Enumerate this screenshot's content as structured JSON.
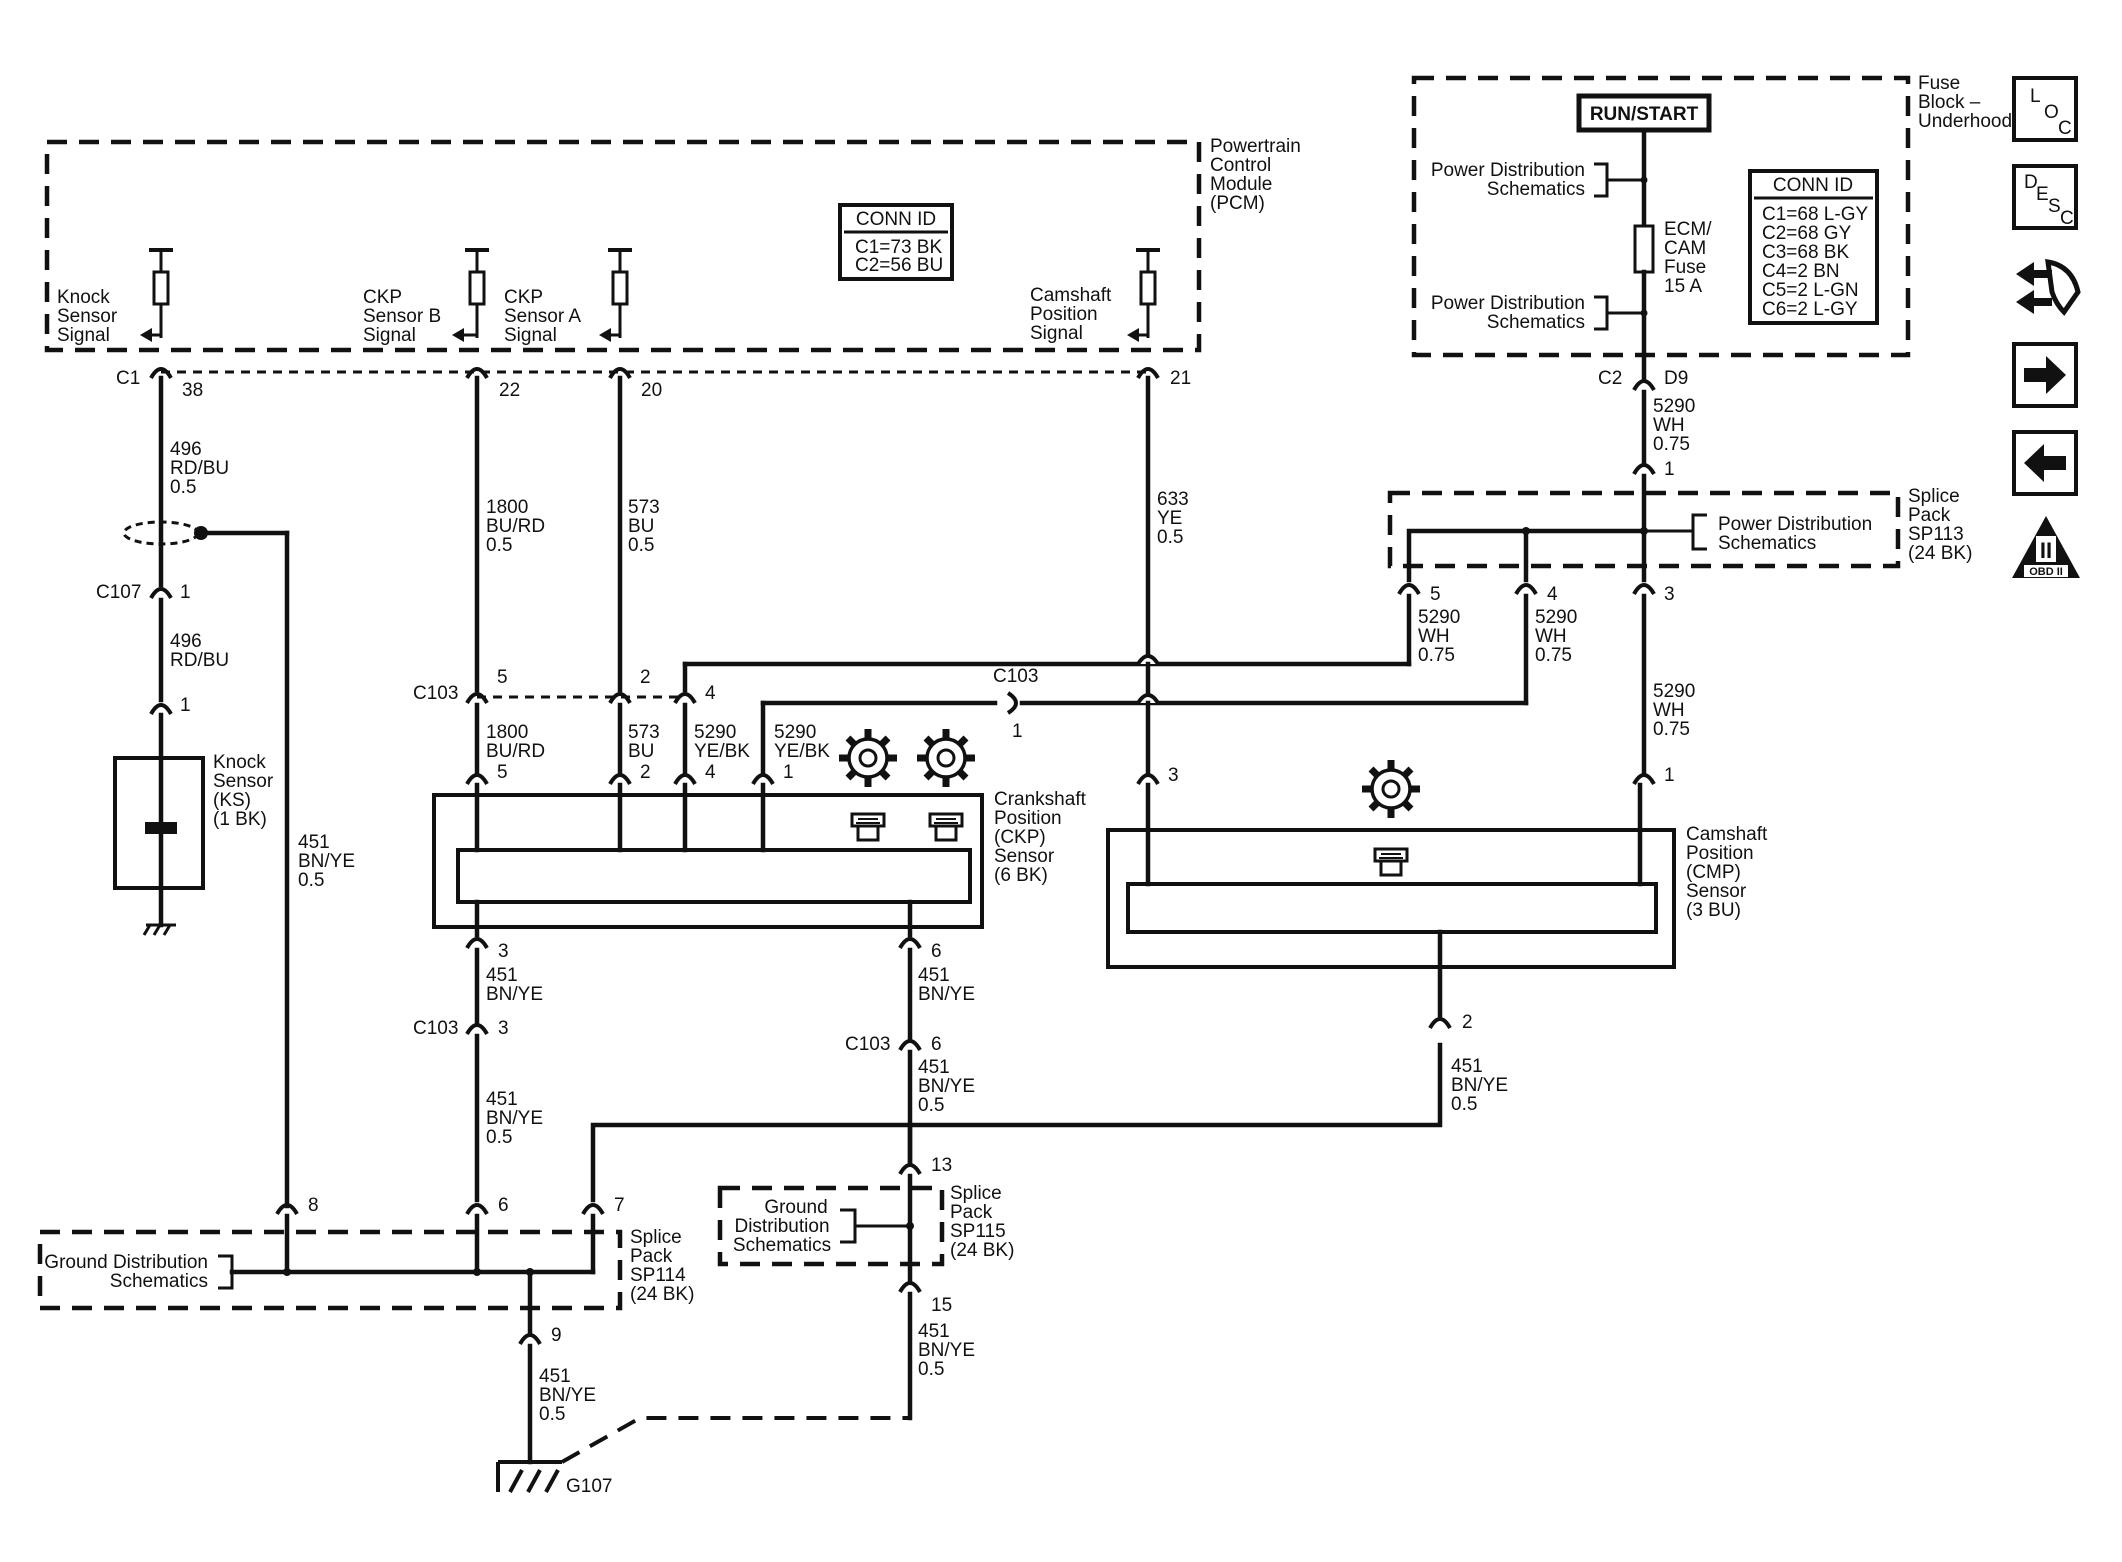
{
  "pcm": {
    "name": [
      "Powertrain",
      "Control",
      "Module",
      "(PCM)"
    ],
    "conn_id_title": "CONN ID",
    "conn_id": [
      "C1=73 BK",
      "C2=56 BU"
    ],
    "connector": "C1",
    "signals": {
      "knock": [
        "Knock",
        "Sensor",
        "Signal"
      ],
      "ckp_b": [
        "CKP",
        "Sensor B",
        "Signal"
      ],
      "ckp_a": [
        "CKP",
        "Sensor A",
        "Signal"
      ],
      "cam": [
        "Camshaft",
        "Position",
        "Signal"
      ]
    },
    "pins": {
      "knock": "38",
      "ckp_b": "22",
      "ckp_a": "20",
      "cam": "21"
    }
  },
  "fuse_block": {
    "name": [
      "Fuse",
      "Block –",
      "Underhood"
    ],
    "run_start": "RUN/START",
    "power_dist": [
      "Power Distribution",
      "Schematics"
    ],
    "fuse": [
      "ECM/",
      "CAM",
      "Fuse",
      "15 A"
    ],
    "conn_id_title": "CONN ID",
    "conn_id": [
      "C1=68 L-GY",
      "C2=68 GY",
      "C3=68 BK",
      "C4=2 BN",
      "C5=2 L-GN",
      "C6=2 L-GY"
    ],
    "connector": "C2",
    "pin": "D9"
  },
  "wires": {
    "w496": [
      "496",
      "RD/BU",
      "0.5"
    ],
    "w496b": [
      "496",
      "RD/BU"
    ],
    "w1800": [
      "1800",
      "BU/RD",
      "0.5"
    ],
    "w1800b": [
      "1800",
      "BU/RD"
    ],
    "w573": [
      "573",
      "BU",
      "0.5"
    ],
    "w573b": [
      "573",
      "BU"
    ],
    "w633": [
      "633",
      "YE",
      "0.5"
    ],
    "w5290": [
      "5290",
      "WH",
      "0.75"
    ],
    "w5290ye": [
      "5290",
      "YE/BK"
    ],
    "w451": [
      "451",
      "BN/YE",
      "0.5"
    ],
    "w451b": [
      "451",
      "BN/YE"
    ]
  },
  "connectors": {
    "c107": "C107",
    "c103": "C103",
    "c103_pins": {
      "p5": "5",
      "p2": "2",
      "p4": "4",
      "p1": "1",
      "p3": "3",
      "p6": "6"
    }
  },
  "knock_sensor": {
    "name": [
      "Knock",
      "Sensor",
      "(KS)",
      "(1 BK)"
    ],
    "pin": "1"
  },
  "ckp_sensor": {
    "name": [
      "Crankshaft",
      "Position",
      "(CKP)",
      "Sensor",
      "(6 BK)"
    ]
  },
  "cmp_sensor": {
    "name": [
      "Camshaft",
      "Position",
      "(CMP)",
      "Sensor",
      "(3 BU)"
    ]
  },
  "sp113": {
    "name": [
      "Splice",
      "Pack",
      "SP113",
      "(24 BK)"
    ],
    "power_dist": [
      "Power Distribution",
      "Schematics"
    ],
    "pins": [
      "1",
      "5",
      "4",
      "3"
    ]
  },
  "sp114": {
    "name": [
      "Splice",
      "Pack",
      "SP114",
      "(24 BK)"
    ],
    "ground_dist": [
      "Ground Distribution",
      "Schematics"
    ],
    "pins": [
      "8",
      "6",
      "7",
      "9"
    ]
  },
  "sp115": {
    "name": [
      "Splice",
      "Pack",
      "SP115",
      "(24 BK)"
    ],
    "ground_dist": [
      "Ground",
      "Distribution",
      "Schematics"
    ],
    "pins": [
      "13",
      "15"
    ]
  },
  "ground": {
    "label": "G107"
  },
  "side_icons": {
    "loc": [
      "L",
      "O",
      "C"
    ],
    "desc": [
      "D",
      "E",
      "S",
      "C"
    ],
    "obd": "OBD II",
    "obd_roman": "II"
  }
}
